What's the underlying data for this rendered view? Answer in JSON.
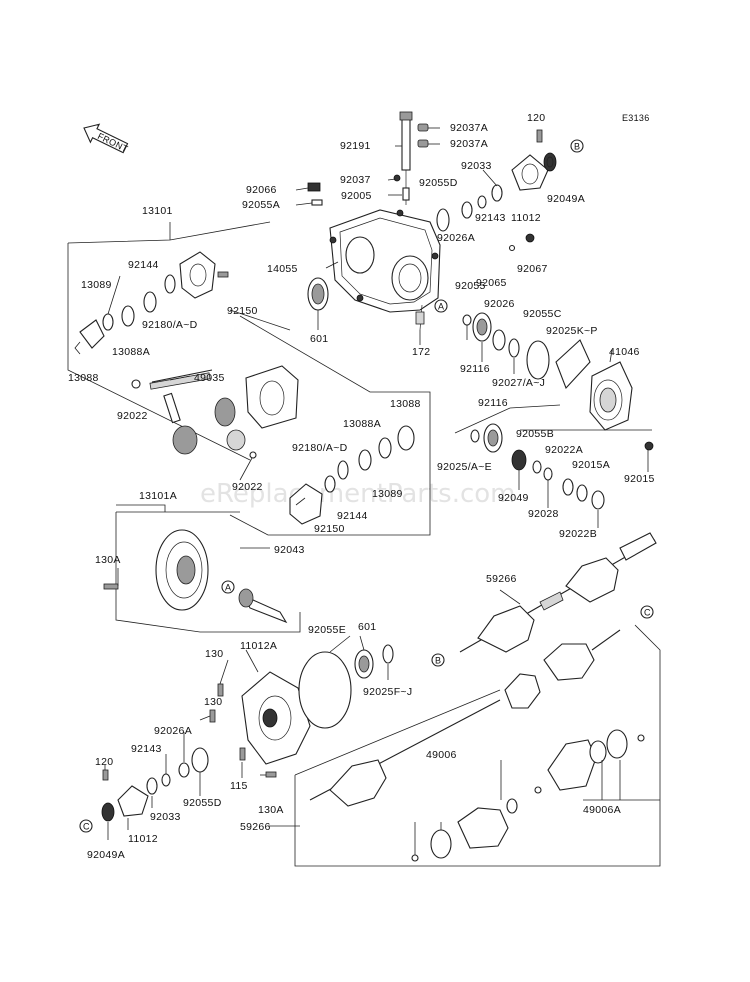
{
  "diagram_code": "E3136",
  "front_label": "FRONT",
  "watermark": "eReplacementParts.com",
  "markers": {
    "a": "A",
    "b": "B",
    "c": "C"
  },
  "labels": {
    "p120": "120",
    "p92037a_1": "92037A",
    "p92037a_2": "92037A",
    "p92191": "92191",
    "p92033": "92033",
    "p92037": "92037",
    "p92005": "92005",
    "p92055d": "92055D",
    "p92066": "92066",
    "p92055a": "92055A",
    "p92049a": "92049A",
    "p11012": "11012",
    "p92143": "92143",
    "p13101": "13101",
    "p92026a": "92026A",
    "p14055": "14055",
    "p92067": "92067",
    "p92065": "92065",
    "p92144": "92144",
    "p13089": "13089",
    "p92150": "92150",
    "p92180ad": "92180/A~D",
    "p13088a": "13088A",
    "p601": "601",
    "p172": "172",
    "p92055": "92055",
    "p92026": "92026",
    "p92055c": "92055C",
    "p92025kp": "92025K~P",
    "p41046": "41046",
    "p92116": "92116",
    "p92027aj": "92027/A~J",
    "p13088": "13088",
    "p49035": "49035",
    "p92022": "92022",
    "p13088_2": "13088",
    "p92116_2": "92116",
    "p13088a_2": "13088A",
    "p92180ad_2": "92180/A~D",
    "p92025ae": "92025/A~E",
    "p92055b": "92055B",
    "p92022a": "92022A",
    "p92015a": "92015A",
    "p92015": "92015",
    "p92022_2": "92022",
    "p13089_2": "13089",
    "p92049": "92049",
    "p92144_2": "92144",
    "p92028": "92028",
    "p92022b": "92022B",
    "p92150_2": "92150",
    "p13101a": "13101A",
    "p92043": "92043",
    "p130a": "130A",
    "p59266": "59266",
    "p92055e": "92055E",
    "p601_2": "601",
    "p130": "130",
    "p11012a": "11012A",
    "p92025fj": "92025F~J",
    "p130_2": "130",
    "p92026a_2": "92026A",
    "p92143_2": "92143",
    "p120_2": "120",
    "p92033_2": "92033",
    "p92055d_2": "92055D",
    "p115": "115",
    "p130a_2": "130A",
    "p59266_2": "59266",
    "p49006": "49006",
    "p49006a": "49006A",
    "p11012_2": "11012",
    "p92049a_2": "92049A"
  }
}
